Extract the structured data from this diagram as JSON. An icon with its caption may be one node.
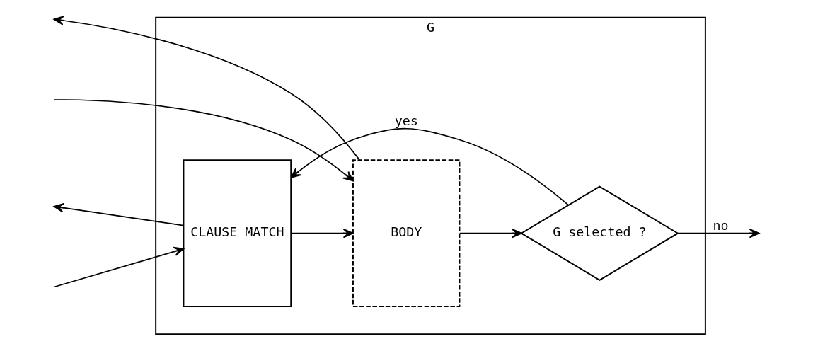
{
  "diagram": {
    "nodes": [
      {
        "text": [
          "G"
        ]
      },
      {
        "text": [
          "CLAUSE MATCH"
        ],
        "in": 0
      },
      {
        "text": [
          "BODY"
        ],
        "in": 0
      },
      {
        "text": [
          "G selected ?"
        ],
        "in": 0
      }
    ],
    "edges": [
      {
        "from": null,
        "to": 1,
        "arrow": "to"
      },
      {
        "from": 1,
        "to": 2,
        "arrow": "to"
      },
      {
        "from": 2,
        "to": null,
        "arrow": "to"
      },
      {
        "from": null,
        "to": 2,
        "arrow": "to"
      },
      {
        "from": 2,
        "to": 3,
        "arrow": "to"
      },
      {
        "from": 3,
        "to": 1,
        "arrow": "to",
        "label": "yes"
      },
      {
        "from": 1,
        "to": null,
        "arrow": "to"
      },
      {
        "from": 3,
        "to": null,
        "arrow": "to",
        "label": "no"
      }
    ]
  }
}
